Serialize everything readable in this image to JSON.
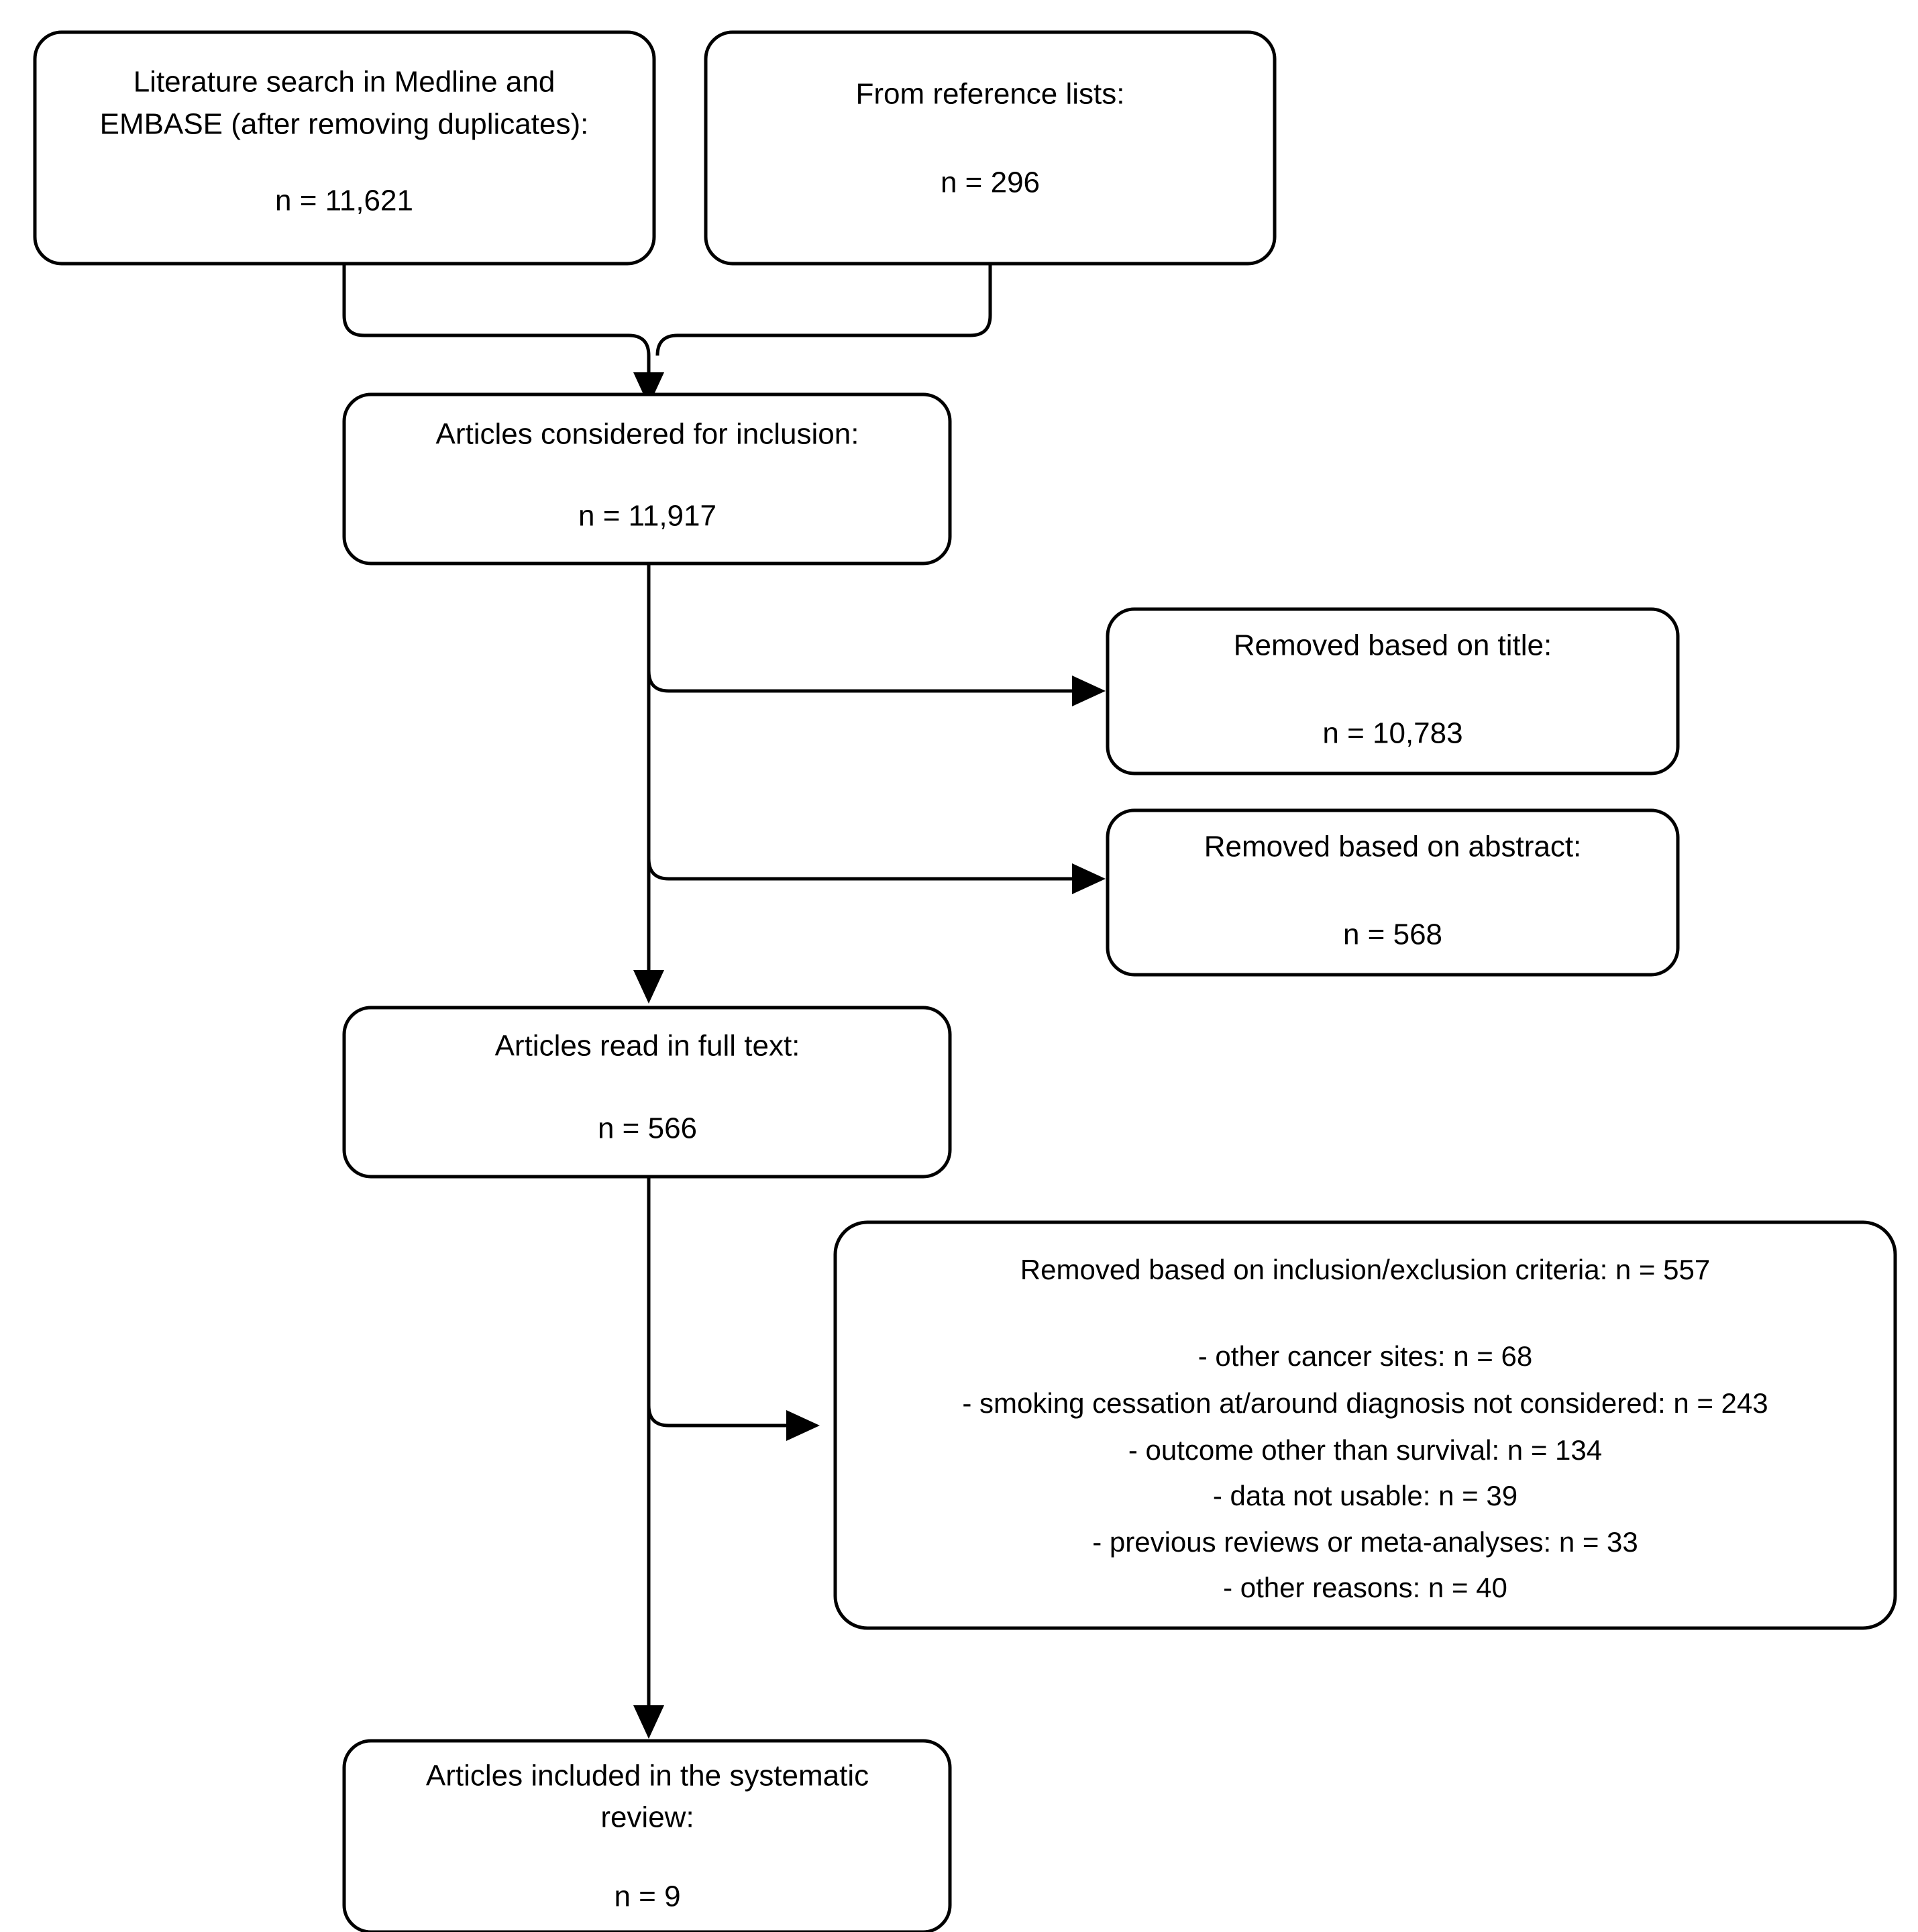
{
  "diagram": {
    "type": "prisma-flow-diagram",
    "title": "Study selection flow diagram",
    "background_color": "#ffffff",
    "line_color": "#000000",
    "text_color": "#000000",
    "nodes": [
      {
        "id": "literature-search",
        "lines": [
          "Literature search in Medline and",
          "EMBASE (after removing duplicates):"
        ],
        "count_label": "n = 11,621",
        "count": 11621
      },
      {
        "id": "reference-lists",
        "lines": [
          "From reference lists:"
        ],
        "count_label": "n = 296",
        "count": 296
      },
      {
        "id": "considered-for-inclusion",
        "lines": [
          "Articles considered for inclusion:"
        ],
        "count_label": "n = 11,917",
        "count": 11917
      },
      {
        "id": "removed-title",
        "lines": [
          "Removed based on title:"
        ],
        "count_label": "n = 10,783",
        "count": 10783
      },
      {
        "id": "removed-abstract",
        "lines": [
          "Removed based on abstract:"
        ],
        "count_label": "n = 568",
        "count": 568
      },
      {
        "id": "read-full-text",
        "lines": [
          "Articles read in full text:"
        ],
        "count_label": "n = 566",
        "count": 566
      },
      {
        "id": "removed-criteria",
        "heading": "Removed based on inclusion/exclusion criteria: n = 557",
        "count": 557,
        "reasons": [
          {
            "label": "- other cancer sites: n = 68",
            "reason": "other cancer sites",
            "count": 68
          },
          {
            "label": "- smoking cessation at/around diagnosis not considered: n = 243",
            "reason": "smoking cessation at/around diagnosis not considered",
            "count": 243
          },
          {
            "label": "- outcome other than survival: n = 134",
            "reason": "outcome other than survival",
            "count": 134
          },
          {
            "label": "- data not usable: n = 39",
            "reason": "data not usable",
            "count": 39
          },
          {
            "label": "- previous reviews or meta-analyses: n = 33",
            "reason": "previous reviews or meta-analyses",
            "count": 33
          },
          {
            "label": "- other reasons: n = 40",
            "reason": "other reasons",
            "count": 40
          }
        ]
      },
      {
        "id": "included-review",
        "lines": [
          "Articles included in the systematic",
          "review:"
        ],
        "count_label": "n = 9",
        "count": 9
      }
    ]
  },
  "text": {
    "literature_search_line1": "Literature search in Medline and",
    "literature_search_line2": "EMBASE (after removing duplicates):",
    "literature_search_n": "n = 11,621",
    "reference_lists_line1": "From reference lists:",
    "reference_lists_n": "n = 296",
    "considered_line1": "Articles considered for inclusion:",
    "considered_n": "n = 11,917",
    "removed_title_line1": "Removed based on title:",
    "removed_title_n": "n = 10,783",
    "removed_abstract_line1": "Removed based on abstract:",
    "removed_abstract_n": "n = 568",
    "full_text_line1": "Articles read in full text:",
    "full_text_n": "n = 566",
    "criteria_heading": "Removed based on inclusion/exclusion criteria: n = 557",
    "criteria_r1": "- other cancer sites: n = 68",
    "criteria_r2": "- smoking cessation at/around diagnosis not considered: n = 243",
    "criteria_r3": "- outcome other than survival: n = 134",
    "criteria_r4": "- data not usable: n = 39",
    "criteria_r5": "- previous reviews or meta-analyses: n = 33",
    "criteria_r6": "- other reasons: n = 40",
    "included_line1": "Articles included in the systematic",
    "included_line2": "review:",
    "included_n": "n = 9"
  }
}
